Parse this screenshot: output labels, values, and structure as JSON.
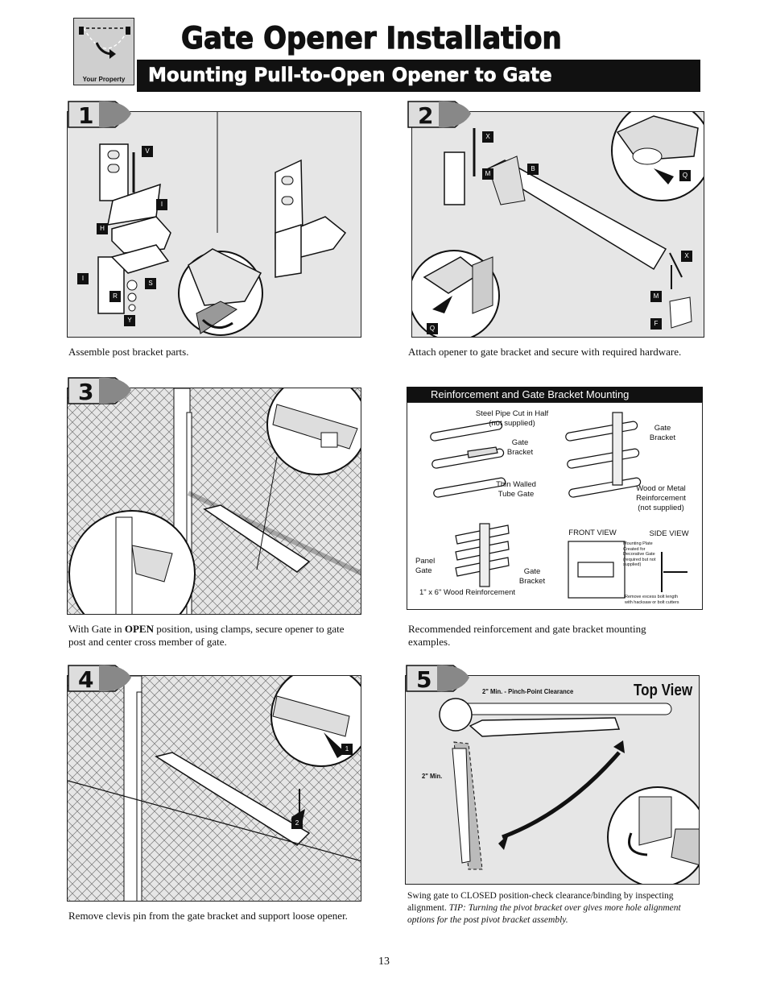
{
  "header": {
    "title": "Gate Opener Installation",
    "subtitle": "Mounting Pull-to-Open Opener to Gate",
    "logo_label": "Your Property"
  },
  "steps": [
    {
      "number": "1",
      "caption": "Assemble post bracket parts.",
      "labels": [
        "V",
        "I",
        "H",
        "I",
        "S",
        "R",
        "Y"
      ]
    },
    {
      "number": "2",
      "caption": "Attach opener to gate bracket and secure with required hardware.",
      "labels": [
        "X",
        "M",
        "B",
        "Q",
        "X",
        "M",
        "F",
        "Q"
      ]
    },
    {
      "number": "3",
      "caption_prefix": "With Gate in ",
      "caption_bold": "OPEN",
      "caption_suffix": " position, using clamps, secure opener to gate post and center cross member of gate."
    },
    {
      "number": "4",
      "caption": "Remove clevis pin from the gate bracket and support loose opener.",
      "callouts": [
        "1",
        "2"
      ]
    },
    {
      "number": "5",
      "top_view": "Top View",
      "clearance_label": "2\" Min. - Pinch-Point Clearance",
      "min_label": "2\" Min.",
      "caption_main": "Swing gate to CLOSED position-check clearance/binding by inspecting alignment. ",
      "caption_tip": "TIP: Turning the pivot bracket over gives more hole alignment options for the post pivot bracket assembly."
    }
  ],
  "reinforcement": {
    "heading": "Reinforcement and Gate Bracket Mounting",
    "labels": {
      "steel_pipe": "Steel Pipe Cut in Half\n(not supplied)",
      "gate_bracket_1": "Gate\nBracket",
      "gate_bracket_2": "Gate\nBracket",
      "thin_walled": "Thin Walled\nTube Gate",
      "wood_metal": "Wood or Metal\nReinforcement\n(not supplied)",
      "front_view": "FRONT VIEW",
      "side_view": "SIDE VIEW",
      "panel_gate": "Panel\nGate",
      "gate_bracket_3": "Gate\nBracket",
      "wood_reinf": "1\" x 6\" Wood Reinforcement",
      "mounting_plate": "Mounting Plate\nCreated for\nDecorative Gate\n(required but not\nsupplied)",
      "remove_excess": "Remove excess bolt length\nwith hacksaw or bolt cutters"
    },
    "caption": "Recommended reinforcement and gate bracket mounting examples."
  },
  "footer": {
    "page_number": "13"
  }
}
